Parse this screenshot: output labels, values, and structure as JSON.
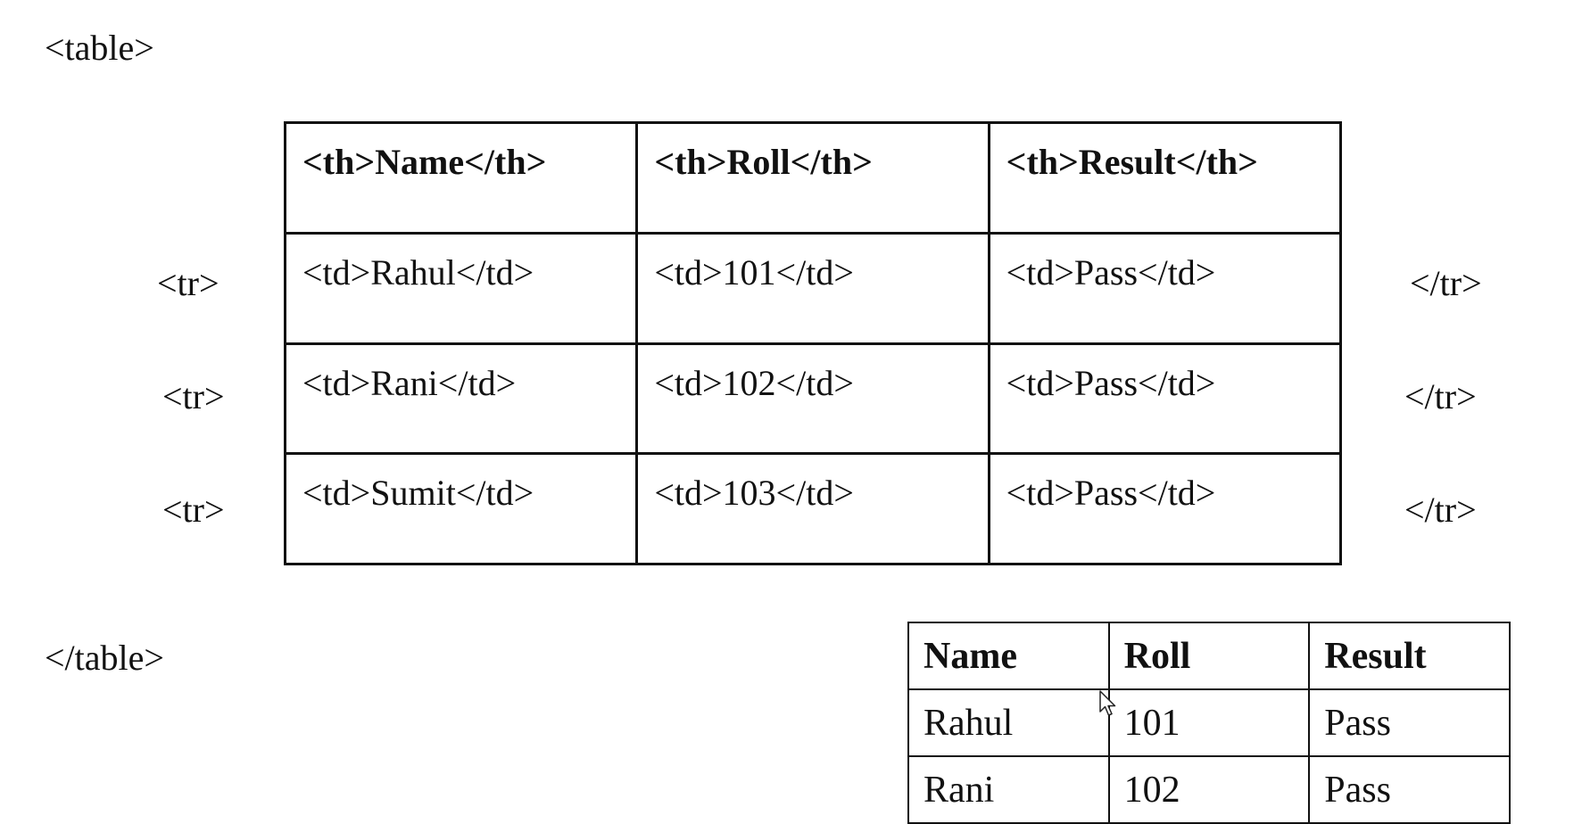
{
  "labels": {
    "table_open": "<table>",
    "table_close": "</table>",
    "rows": [
      {
        "open": "<tr>",
        "close": "</tr>"
      },
      {
        "open": "<tr>",
        "close": "</tr>"
      },
      {
        "open": "<tr>",
        "close": "</tr>"
      }
    ]
  },
  "diagram": {
    "header": [
      "<th>Name</th>",
      "<th>Roll</th>",
      "<th>Result</th>"
    ],
    "rows": [
      [
        "<td>Rahul</td>",
        "<td>101</td>",
        "<td>Pass</td>"
      ],
      [
        "<td>Rani</td>",
        "<td>102</td>",
        "<td>Pass</td>"
      ],
      [
        "<td>Sumit</td>",
        "<td>103</td>",
        "<td>Pass</td>"
      ]
    ]
  },
  "result_table": {
    "header": [
      "Name",
      "Roll",
      "Result"
    ],
    "rows": [
      [
        "Rahul",
        "101",
        "Pass"
      ],
      [
        "Rani",
        "102",
        "Pass"
      ]
    ]
  },
  "cursor_icon": "mouse-pointer-icon"
}
